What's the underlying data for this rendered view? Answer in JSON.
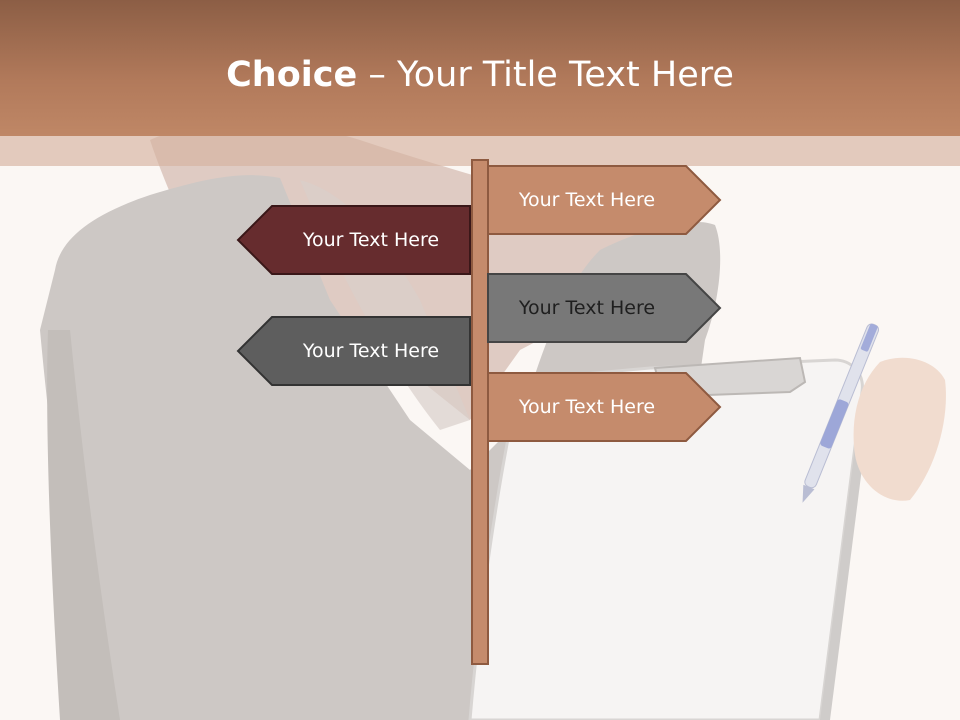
{
  "title": {
    "bold": "Choice",
    "rest": " – Your Title Text Here"
  },
  "signs": [
    {
      "label": "Your Text Here",
      "direction": "right",
      "fill": "#c58b6c"
    },
    {
      "label": "Your Text Here",
      "direction": "left",
      "fill": "#662c2e"
    },
    {
      "label": "Your Text Here",
      "direction": "right",
      "fill": "#787878"
    },
    {
      "label": "Your Text Here",
      "direction": "left",
      "fill": "#5e5e5e"
    },
    {
      "label": "Your Text Here",
      "direction": "right",
      "fill": "#c58b6c"
    }
  ],
  "colors": {
    "title_bar": "#b27a5b",
    "post": "#c58b6c",
    "background": "#fbf7f4"
  }
}
